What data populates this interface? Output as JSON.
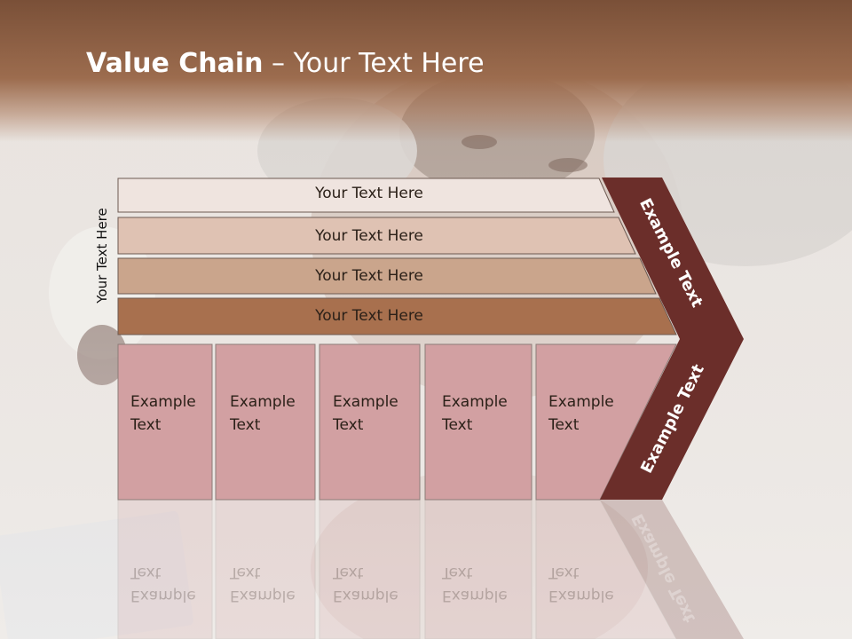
{
  "slide": {
    "title_bold": "Value Chain",
    "title_rest": " – Your Text Here",
    "side_label": "Your Text Here"
  },
  "bars": [
    {
      "label": "Your Text Here",
      "color": "#efe4df"
    },
    {
      "label": "Your Text Here",
      "color": "#dfc2b3"
    },
    {
      "label": "Your Text Here",
      "color": "#caa58c"
    },
    {
      "label": "Your Text Here",
      "color": "#a8704e"
    }
  ],
  "boxes": [
    {
      "line1": "Example",
      "line2": "Text"
    },
    {
      "line1": "Example",
      "line2": "Text"
    },
    {
      "line1": "Example",
      "line2": "Text"
    },
    {
      "line1": "Example",
      "line2": "Text"
    },
    {
      "line1": "Example",
      "line2": "Text"
    }
  ],
  "chevron": {
    "upper_label": "Example Text",
    "lower_label": "Example Text",
    "color": "#6b2e2a"
  },
  "colors": {
    "box_fill": "#d2a0a2",
    "header": "#8d5d42"
  }
}
